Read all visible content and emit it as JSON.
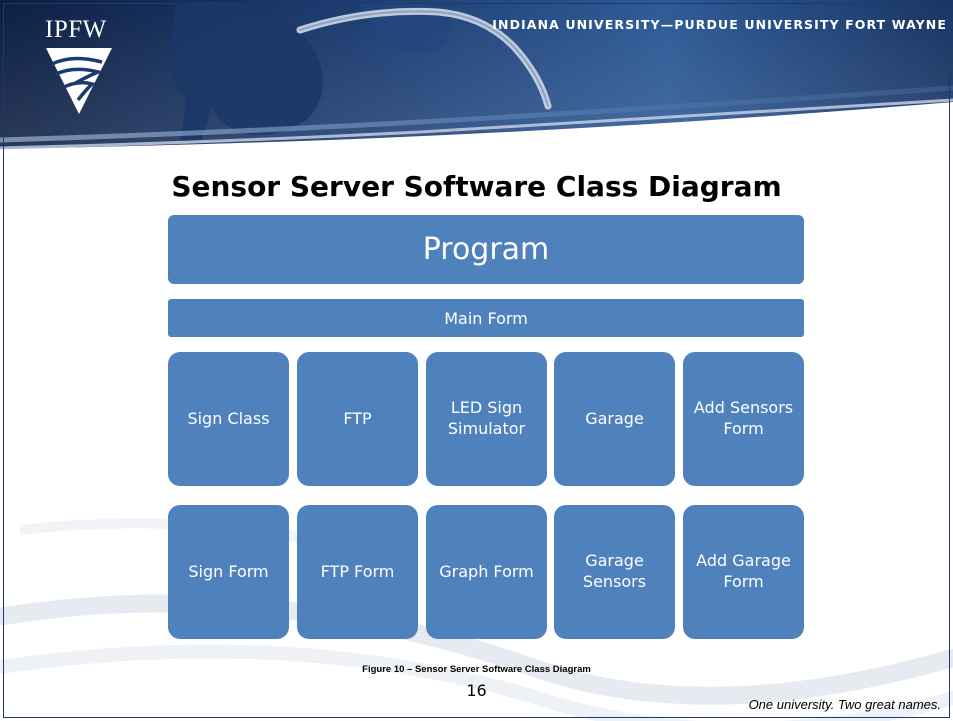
{
  "header": {
    "logo_text": "IPFW",
    "university_name": "INDIANA UNIVERSITY—PURDUE UNIVERSITY FORT WAYNE"
  },
  "title": "Sensor Server Software Class Diagram",
  "diagram": {
    "program": "Program",
    "main_form": "Main Form",
    "rows": [
      [
        "Sign Class",
        "FTP",
        "LED Sign Simulator",
        "Garage",
        "Add Sensors Form"
      ],
      [
        "Sign Form",
        "FTP Form",
        "Graph Form",
        "Garage Sensors",
        "Add Garage Form"
      ]
    ]
  },
  "caption": "Figure 10 – Sensor Server Software Class Diagram",
  "page_number": "16",
  "tagline": "One university.  Two great names.",
  "colors": {
    "box_fill": "#4f81bd",
    "header_dark": "#0f2347",
    "header_mid": "#2e5a96"
  }
}
